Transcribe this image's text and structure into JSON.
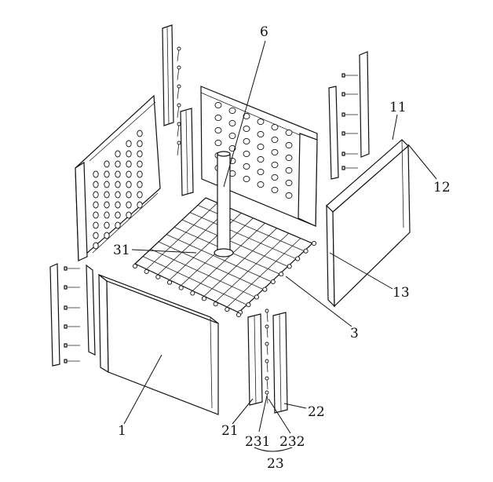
{
  "labels": {
    "l1": "1",
    "l3": "3",
    "l6": "6",
    "l11": "11",
    "l12": "12",
    "l13": "13",
    "l21": "21",
    "l22": "22",
    "l23": "23",
    "l31": "31",
    "l231": "231",
    "l232": "232"
  },
  "colors": {
    "line": "#111111",
    "background": "#ffffff"
  }
}
